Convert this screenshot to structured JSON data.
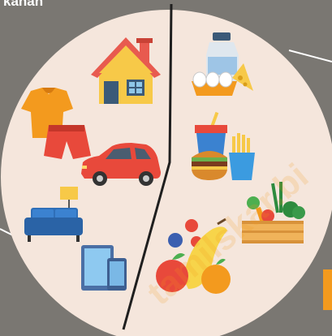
{
  "header": {
    "label": "kanan"
  },
  "watermark": {
    "text": "tamilskar.bi"
  },
  "colors": {
    "background": "#7a7772",
    "circle": "#f5e6dc",
    "divider": "#1f1f1f",
    "accent": "#f39a1e"
  },
  "panels": {
    "left": {
      "items": [
        {
          "name": "house",
          "icon": "house-icon"
        },
        {
          "name": "clothes",
          "icon": "tshirt-shorts-icon"
        },
        {
          "name": "car",
          "icon": "car-icon"
        },
        {
          "name": "sofa",
          "icon": "sofa-lamp-icon"
        },
        {
          "name": "devices",
          "icon": "tablet-phone-icon"
        }
      ]
    },
    "right": {
      "items": [
        {
          "name": "dairy",
          "icon": "milk-eggs-cheese-icon"
        },
        {
          "name": "fast-food",
          "icon": "burger-fries-drink-icon"
        },
        {
          "name": "vegetables",
          "icon": "vegetable-crate-icon"
        },
        {
          "name": "fruits",
          "icon": "fruits-icon"
        }
      ]
    }
  }
}
